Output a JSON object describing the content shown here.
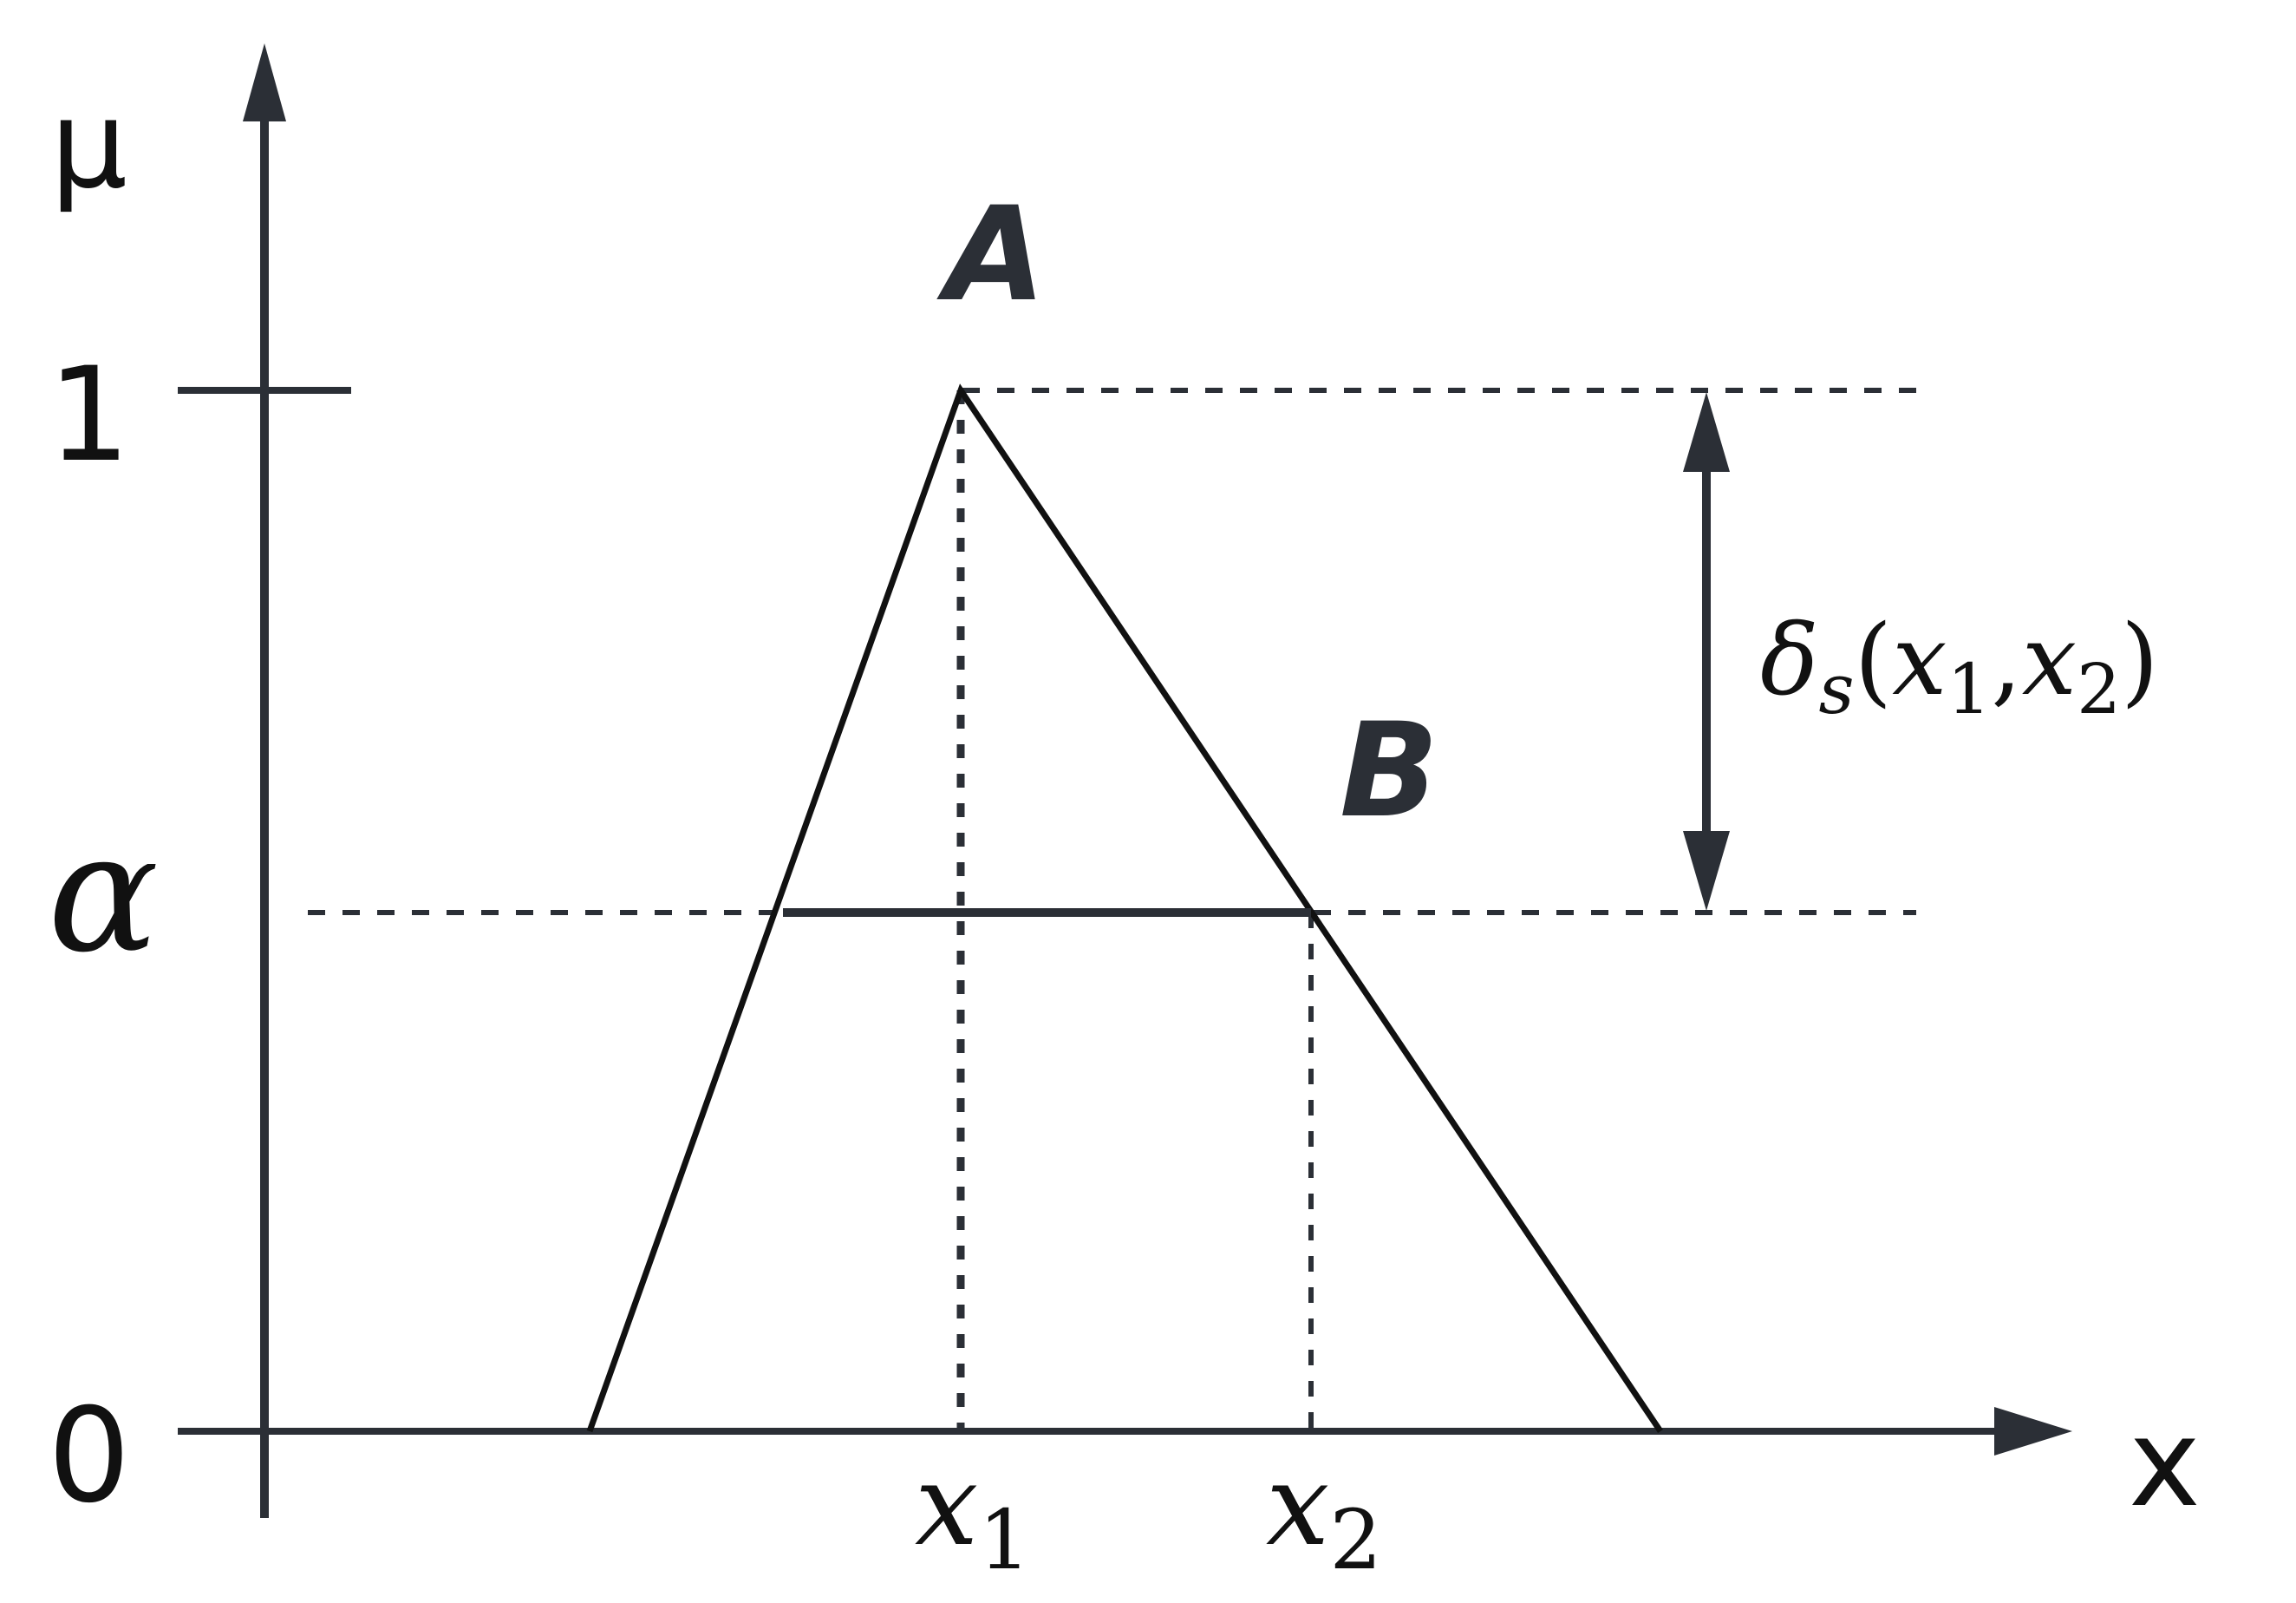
{
  "colors": {
    "axis": "#2b2f36",
    "curve": "#111111",
    "guide": "#2b2f36",
    "text": "#111111",
    "label": "#2b2f36"
  },
  "labels": {
    "y_axis": "μ",
    "x_axis": "x",
    "tick_one": "1",
    "tick_zero": "0",
    "alpha": "α",
    "point_a": "A",
    "point_b": "B",
    "x1_base": "x",
    "x1_sub": "1",
    "x2_base": "x",
    "x2_sub": "2",
    "delta": "δ",
    "delta_sub": "s",
    "delta_args_open": "(",
    "delta_arg1": "x",
    "delta_arg1_sub": "1",
    "delta_comma": ",",
    "delta_arg2": "x",
    "delta_arg2_sub": "2",
    "delta_args_close": ")"
  }
}
